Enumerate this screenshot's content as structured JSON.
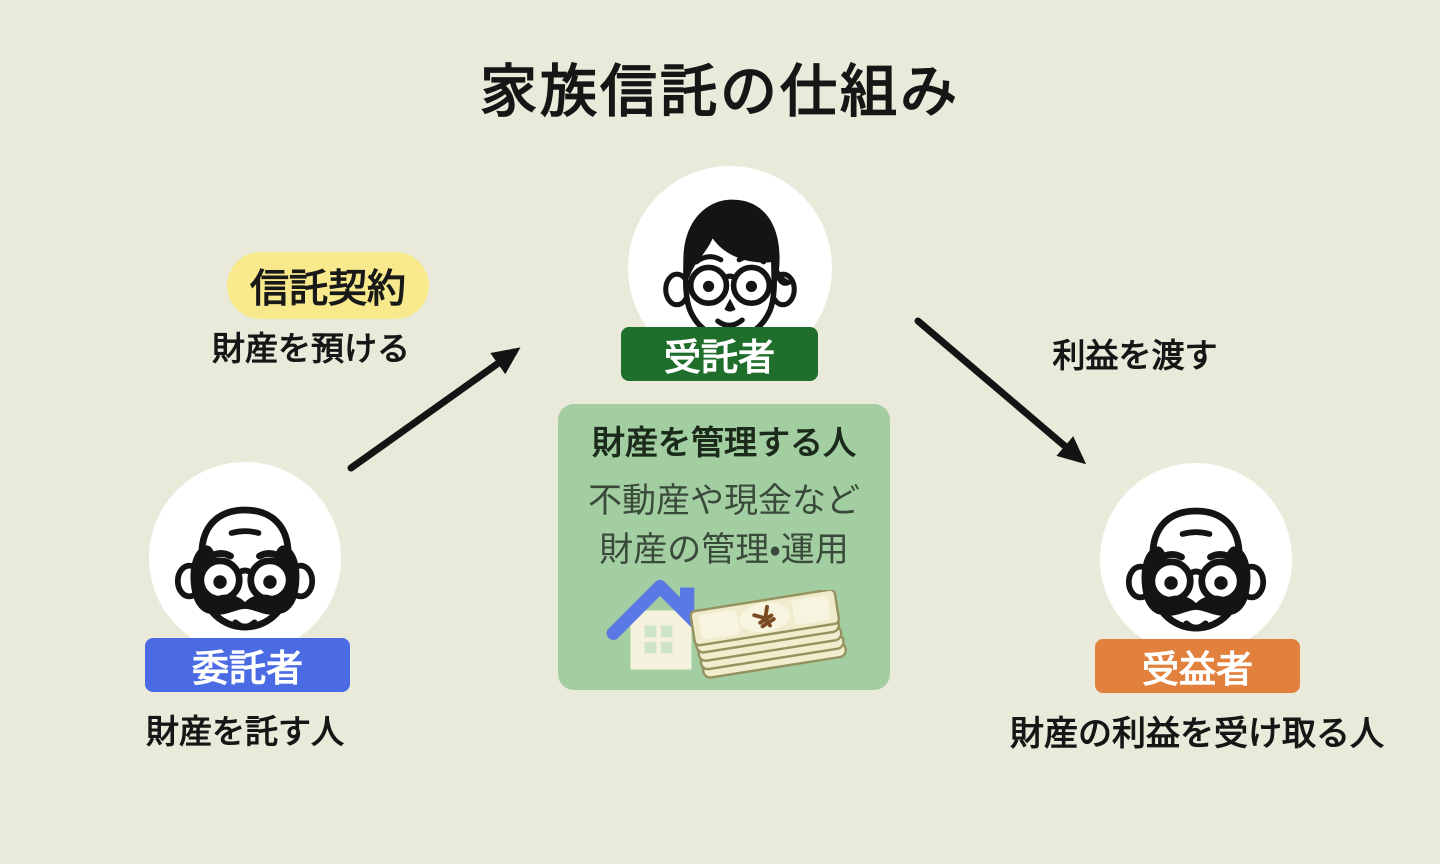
{
  "title": "家族信託の仕組み",
  "trust_contract": {
    "badge": "信託契約",
    "caption": "財産を預ける"
  },
  "trustee": {
    "label": "受託者",
    "panel": {
      "heading": "財産を管理する人",
      "lines": [
        "不動産や現金など",
        "財産の管理・運用"
      ]
    }
  },
  "settlor": {
    "label": "委託者",
    "caption": "財産を託す人"
  },
  "beneficiary": {
    "label": "受益者",
    "caption": "財産の利益を受け取る人"
  },
  "benefit_flow": {
    "caption": "利益を渡す"
  },
  "icons": {
    "trustee_avatar": "young-man-glasses-avatar",
    "settlor_avatar": "old-man-glasses-mustache-avatar",
    "beneficiary_avatar": "old-man-glasses-mustache-avatar",
    "house": "house-icon",
    "money": "money-stack-icon",
    "trust_arrow": "arrow-up-right",
    "benefit_arrow": "arrow-down-right"
  },
  "colors": {
    "background": "#EAEADB",
    "trustee_green": "#1F6E2C",
    "settlor_blue": "#4A6BE4",
    "beneficiary_orange": "#E2803E",
    "highlight_yellow": "#F7E98C",
    "panel_green": "#A2CEA1",
    "panel_heading_text": "#1B2A1B",
    "panel_body_text": "#3A4A3A",
    "house_roof_blue": "#5B79E4",
    "arrow_black": "#141414"
  }
}
